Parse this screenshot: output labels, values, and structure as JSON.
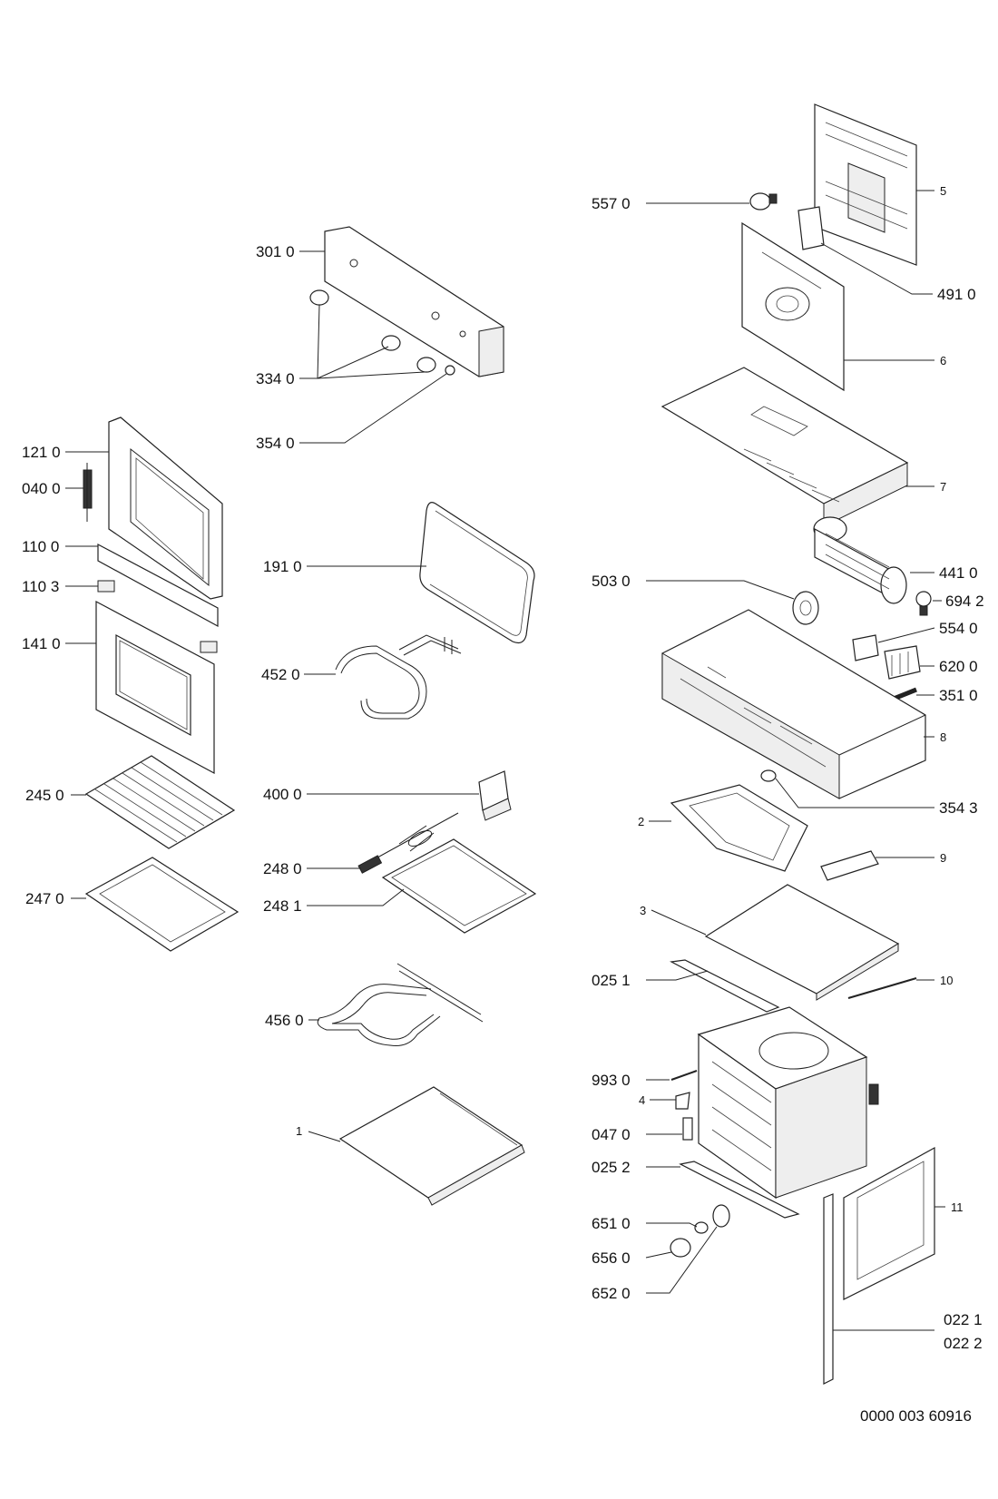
{
  "diagram": {
    "doc_number": "0000 003 60916",
    "labels": {
      "l3010": "301 0",
      "l3340": "334 0",
      "l3540": "354 0",
      "l1210": "121 0",
      "l0400": "040 0",
      "l1100": "110 0",
      "l1103": "110 3",
      "l1410": "141 0",
      "l2450": "245 0",
      "l2470": "247 0",
      "l1910": "191 0",
      "l4520": "452 0",
      "l4000": "400 0",
      "l2480": "248 0",
      "l2481": "248 1",
      "l4560": "456 0",
      "l1": "1",
      "l5570": "557 0",
      "l5": "5",
      "l4910": "491 0",
      "l6": "6",
      "l7": "7",
      "l4410": "441 0",
      "l5030": "503 0",
      "l6942": "694 2",
      "l5540": "554 0",
      "l6200": "620 0",
      "l3510": "351 0",
      "l8": "8",
      "l3543": "354 3",
      "l2": "2",
      "l9": "9",
      "l3": "3",
      "l0251": "025 1",
      "l10": "10",
      "l9930": "993 0",
      "l4": "4",
      "l0470": "047 0",
      "l0252": "025 2",
      "l6510": "651 0",
      "l6560": "656 0",
      "l6520": "652 0",
      "l11": "11",
      "l0221": "022 1",
      "l0222": "022 2"
    }
  }
}
